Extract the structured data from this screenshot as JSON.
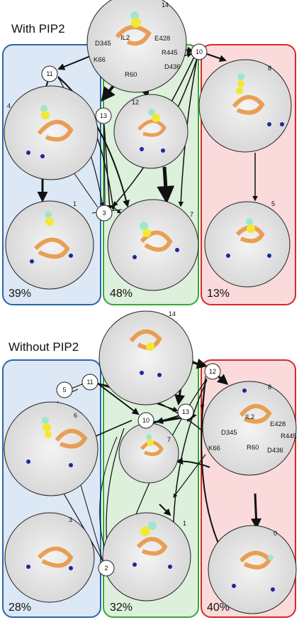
{
  "top": {
    "title": "With PIP2",
    "percents": {
      "blue": "39%",
      "green": "48%",
      "red": "13%"
    },
    "big_nodes": {
      "n14": "14",
      "n4": "4",
      "n1": "1",
      "n12": "12",
      "n7": "7",
      "n8": "8",
      "n5": "5"
    },
    "small_nodes": {
      "n11": "11",
      "n13": "13",
      "n3": "3",
      "n10": "10"
    },
    "residues": {
      "il2": "IL2",
      "d345": "D345",
      "e428": "E428",
      "r445": "R445",
      "k66": "K66",
      "d436": "D436",
      "r60": "R60"
    }
  },
  "bottom": {
    "title": "Without PIP2",
    "percents": {
      "blue": "28%",
      "green": "32%",
      "red": "40%"
    },
    "big_nodes": {
      "n14": "14",
      "n6": "6",
      "n3": "3",
      "n7": "7",
      "n1": "1",
      "n8": "8",
      "n0": "0"
    },
    "small_nodes": {
      "n5": "5",
      "n11": "11",
      "n10": "10",
      "n13": "13",
      "n12": "12",
      "n2": "2"
    },
    "residues": {
      "il2": "IL2",
      "d345": "D345",
      "e428": "E428",
      "r445": "R445",
      "k66": "K66",
      "r60": "R60",
      "d436": "D436"
    }
  },
  "colors": {
    "blue_fill": "#dce8f5",
    "blue_stroke": "#2a66a8",
    "green_fill": "#dcf0dc",
    "green_stroke": "#3aa63a",
    "red_fill": "#fadada",
    "red_stroke": "#d42a2a",
    "protein": "#e8913a"
  }
}
